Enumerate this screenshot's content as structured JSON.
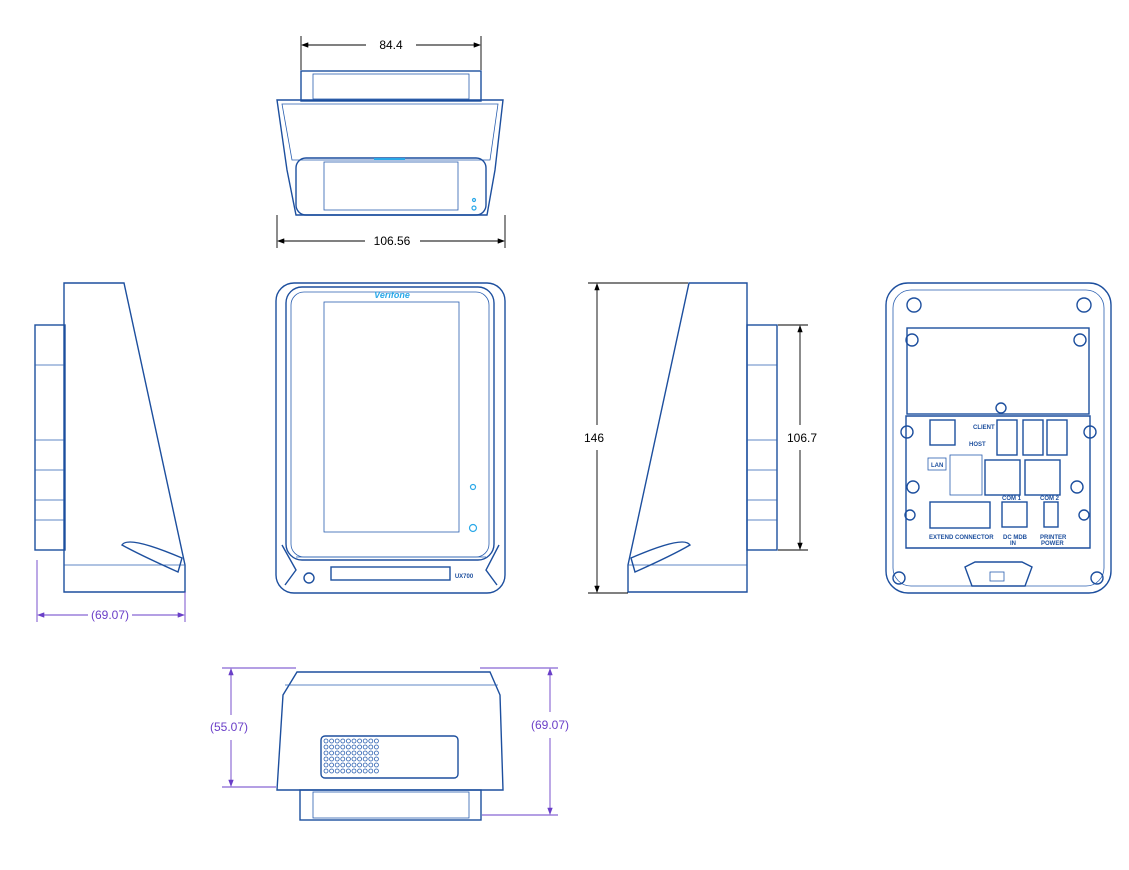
{
  "dimensions": {
    "top_width_inner": "84.4",
    "top_width_outer": "106.56",
    "height": "146",
    "side_height": "106.7",
    "side_depth": "(69.07)",
    "bottom_height_left": "(55.07)",
    "bottom_height_right": "(69.07)"
  },
  "front": {
    "brand": "Verifone",
    "model": "UX700"
  },
  "back_labels": {
    "client": "CLIENT",
    "host": "HOST",
    "lan": "LAN",
    "com1": "COM 1",
    "com2": "COM 2",
    "extend": "EXTEND CONNECTOR",
    "dc_line1": "DC MDB",
    "dc_line2": "IN",
    "printer_line1": "PRINTER",
    "printer_line2": "POWER"
  },
  "colors": {
    "line": "#1d4f9e",
    "accent": "#2aa8e8",
    "ref_dim": "#6a3fc8"
  }
}
